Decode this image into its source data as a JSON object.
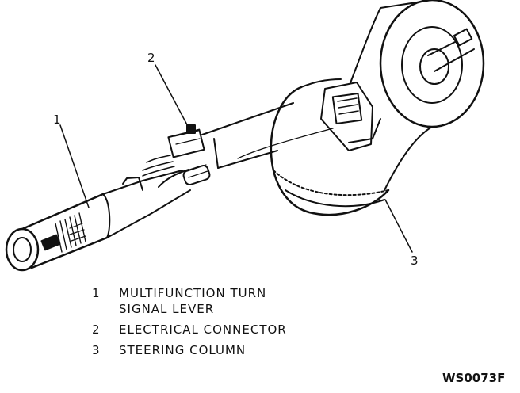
{
  "callouts": [
    {
      "number": "1"
    },
    {
      "number": "2"
    },
    {
      "number": "3"
    }
  ],
  "legend": [
    {
      "number": "1",
      "text": "MULTIFUNCTION TURN\nSIGNAL LEVER"
    },
    {
      "number": "2",
      "text": "ELECTRICAL CONNECTOR"
    },
    {
      "number": "3",
      "text": "STEERING COLUMN"
    }
  ],
  "figure_code": "WS0073F"
}
